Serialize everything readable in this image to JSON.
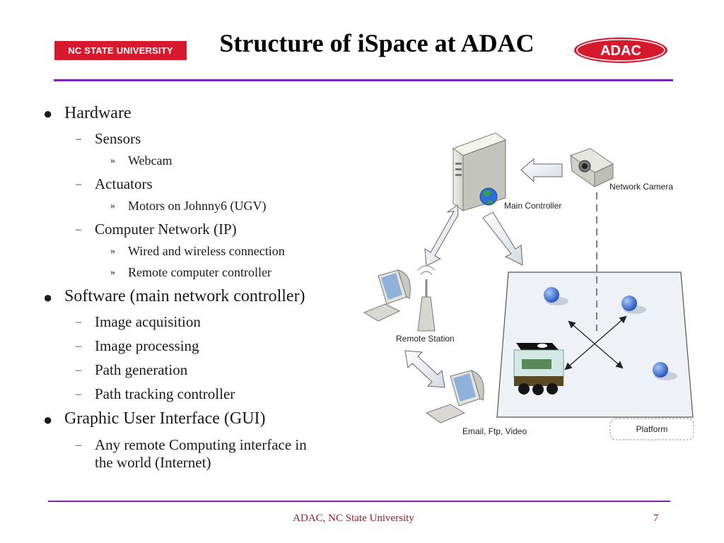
{
  "header": {
    "university_logo": "NC STATE  UNIVERSITY",
    "title": "Structure of iSpace at ADAC",
    "adac_logo": "ADAC"
  },
  "outline": {
    "hardware": "Hardware",
    "sensors": "Sensors",
    "webcam": "Webcam",
    "actuators": "Actuators",
    "motors": "Motors on Johnny6 (UGV)",
    "network": "Computer Network (IP)",
    "wired": "Wired and wireless connection",
    "remote_controller": "Remote computer controller",
    "software": "Software (main network controller)",
    "image_acq": "Image acquisition",
    "image_proc": "Image processing",
    "path_gen": "Path generation",
    "path_track": "Path tracking controller",
    "gui": "Graphic User Interface (GUI)",
    "any_remote_line1": "Any remote Computing interface in",
    "any_remote_line2": "the world (Internet)"
  },
  "diagram": {
    "network_camera": "Network Camera",
    "main_controller": "Main Controller",
    "remote_station": "Remote Station",
    "email_ftp_video": "Email, Ftp, Video",
    "platform": "Platform"
  },
  "footer": {
    "text": "ADAC, NC State University",
    "page": "7"
  },
  "colors": {
    "rule": "#7a24b0",
    "ncsu_red": "#d7192d",
    "footer_text": "#8a1f2b"
  }
}
